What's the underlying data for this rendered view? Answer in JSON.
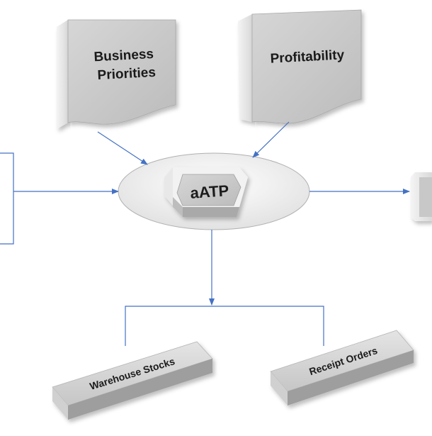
{
  "nodes": {
    "business_priorities": {
      "line1": "Business",
      "line2": "Priorities"
    },
    "profitability": {
      "label": "Profitability"
    },
    "aatp": {
      "label": "aATP"
    },
    "warehouse_stocks": {
      "label": "Warehouse Stocks"
    },
    "receipt_orders": {
      "label": "Receipt Orders"
    }
  },
  "colors": {
    "arrow": "#4472c4",
    "node_fill": "#c9c9c9",
    "node_dark": "#7f7f7f",
    "ellipse_fill": "#eeeeee"
  }
}
